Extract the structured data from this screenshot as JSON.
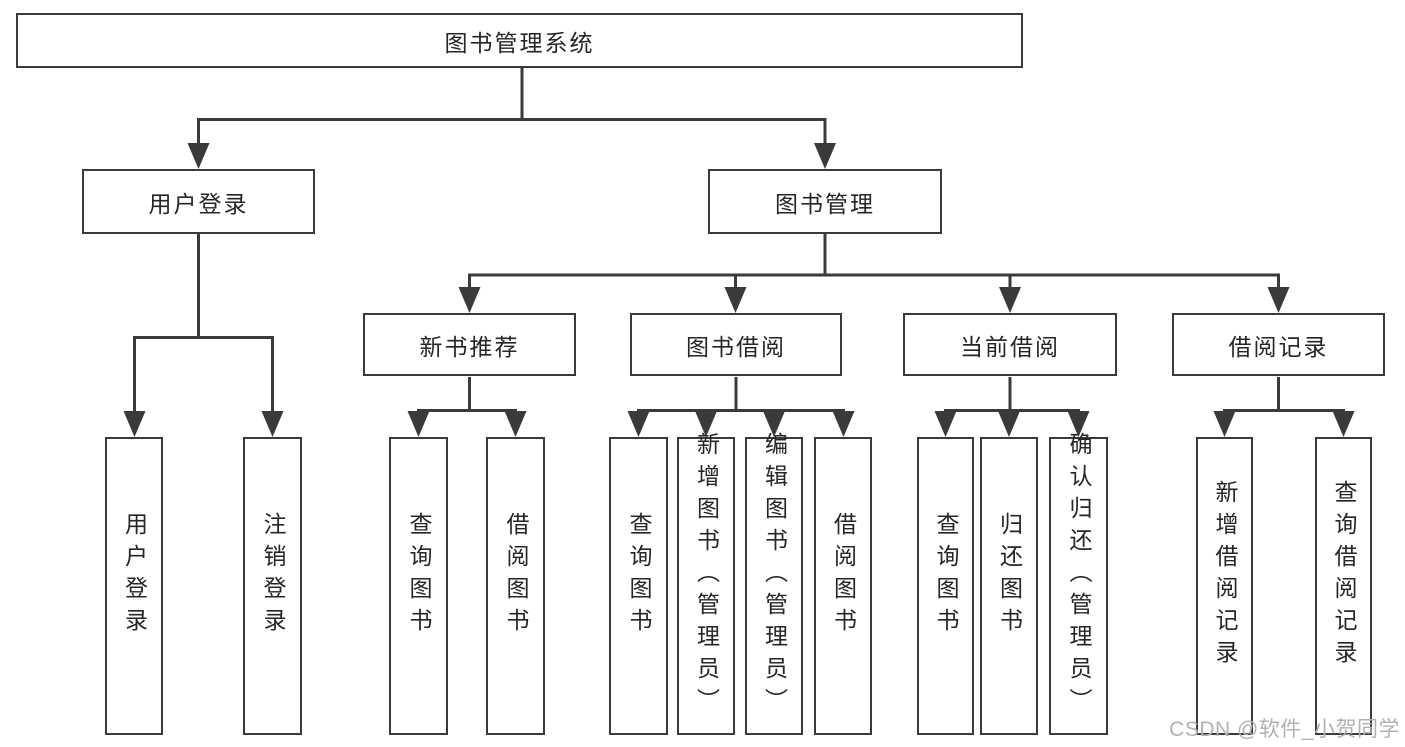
{
  "colors": {
    "line": "#3a3a3a",
    "text": "#262626",
    "watermark": "#b1b1b1"
  },
  "diagram": {
    "root": {
      "label": "图书管理系统"
    },
    "branches": [
      {
        "label": "用户登录",
        "children": [
          {
            "label": "用户登录"
          },
          {
            "label": "注销登录"
          }
        ]
      },
      {
        "label": "图书管理",
        "children": [
          {
            "label": "新书推荐",
            "children": [
              {
                "label": "查询图书"
              },
              {
                "label": "借阅图书"
              }
            ]
          },
          {
            "label": "图书借阅",
            "children": [
              {
                "label": "查询图书"
              },
              {
                "label": "新增图书（管理员）"
              },
              {
                "label": "编辑图书（管理员）"
              },
              {
                "label": "借阅图书"
              }
            ]
          },
          {
            "label": "当前借阅",
            "children": [
              {
                "label": "查询图书"
              },
              {
                "label": "归还图书"
              },
              {
                "label": "确认归还（管理员）"
              }
            ]
          },
          {
            "label": "借阅记录",
            "children": [
              {
                "label": "新增借阅记录"
              },
              {
                "label": "查询借阅记录"
              }
            ]
          }
        ]
      }
    ],
    "watermark": "CSDN @软件_小贺同学"
  }
}
